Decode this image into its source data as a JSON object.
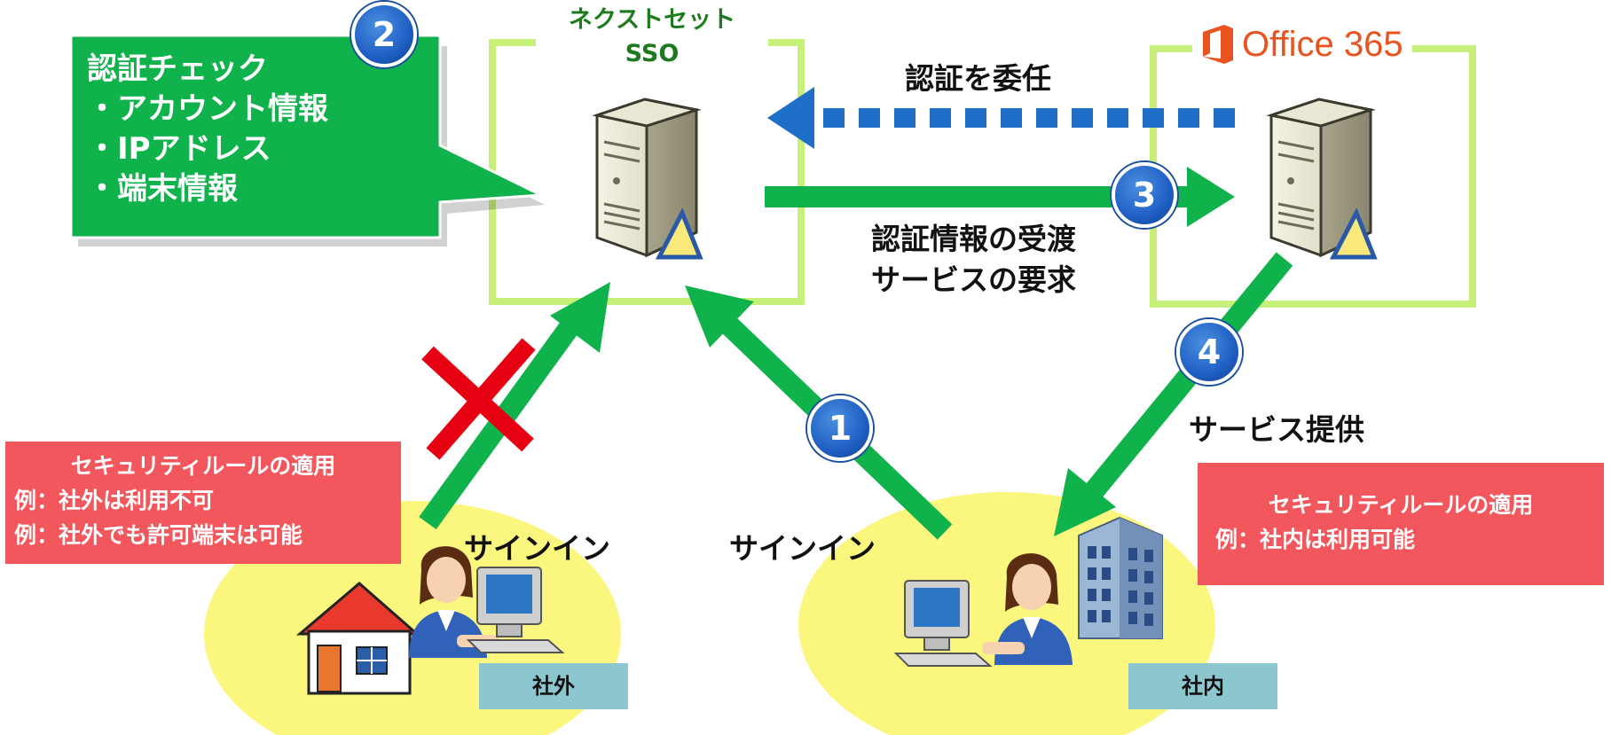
{
  "sso": {
    "label_line1": "ネクストセット",
    "label_line2": "SSO"
  },
  "office": {
    "label": "Office 365",
    "brand_color": "#e8531f"
  },
  "auth_check": {
    "title": "認証チェック",
    "items": [
      "・アカウント情報",
      "・IPアドレス",
      "・端末情報"
    ]
  },
  "steps": [
    "1",
    "2",
    "3",
    "4"
  ],
  "arrows": {
    "delegate": "認証を委任",
    "exchange_line1": "認証情報の受渡",
    "exchange_line2": "サービスの要求",
    "provide": "サービス提供",
    "signin_left": "サインイン",
    "signin_right": "サインイン"
  },
  "rule_left": {
    "title": "セキュリティルールの適用",
    "lines": [
      "例：社外は利用不可",
      "例：社外でも許可端末は可能"
    ]
  },
  "rule_right": {
    "title": "セキュリティルールの適用",
    "lines": [
      "例：社内は利用可能"
    ]
  },
  "locations": {
    "outside": "社外",
    "inside": "社内"
  },
  "colors": {
    "green": "#0fb24b",
    "frame": "#c6f07a",
    "blue": "#1f6fc9",
    "red_callout": "#f2575d",
    "ellipse": "#fbf67e",
    "location": "#8cc6cf"
  }
}
